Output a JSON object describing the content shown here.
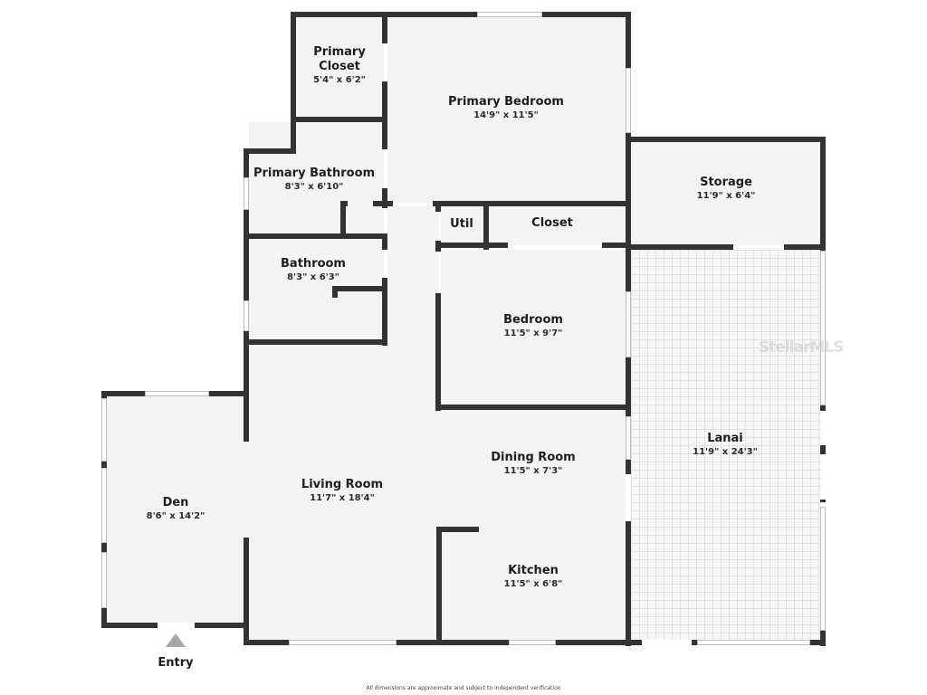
{
  "rooms": {
    "primary_closet": {
      "name": "Primary Closet",
      "name_line1": "Primary",
      "name_line2": "Closet",
      "dim": "5'4\" x 6'2\""
    },
    "primary_bedroom": {
      "name": "Primary Bedroom",
      "dim": "14'9\" x 11'5\""
    },
    "primary_bathroom": {
      "name": "Primary Bathroom",
      "dim": "8'3\" x 6'10\""
    },
    "storage": {
      "name": "Storage",
      "dim": "11'9\" x 6'4\""
    },
    "util": {
      "name": "Util"
    },
    "closet": {
      "name": "Closet"
    },
    "bathroom": {
      "name": "Bathroom",
      "dim": "8'3\" x 6'3\""
    },
    "bedroom": {
      "name": "Bedroom",
      "dim": "11'5\" x 9'7\""
    },
    "lanai": {
      "name": "Lanai",
      "dim": "11'9\" x 24'3\""
    },
    "dining_room": {
      "name": "Dining Room",
      "dim": "11'5\" x 7'3\""
    },
    "living_room": {
      "name": "Living Room",
      "dim": "11'7\" x 18'4\""
    },
    "den": {
      "name": "Den",
      "dim": "8'6\" x 14'2\""
    },
    "kitchen": {
      "name": "Kitchen",
      "dim": "11'5\" x 6'8\""
    }
  },
  "entry": {
    "label": "Entry"
  },
  "footnote": "All dimensions are approximate and subject to independent verification",
  "watermark": "StellarMLS",
  "colors": {
    "wall": "#333333",
    "floor": "#f4f4f4",
    "entry_arrow": "#a8a8a8"
  }
}
